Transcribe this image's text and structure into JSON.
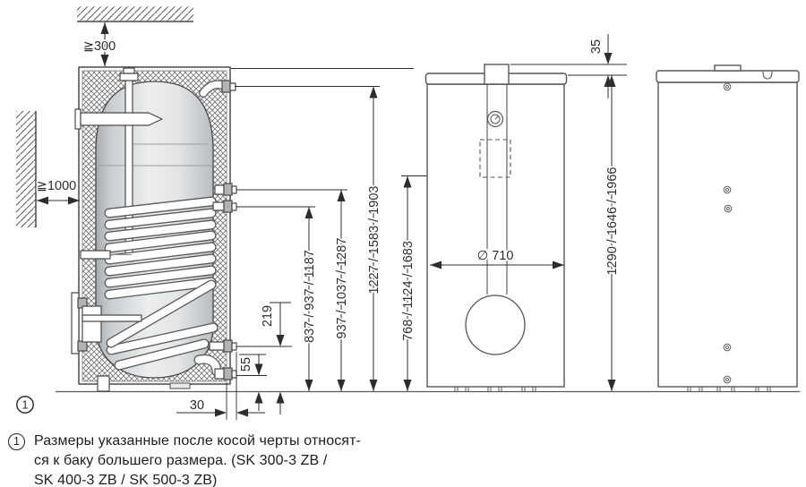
{
  "drawing": {
    "marker": "1",
    "dims": {
      "ceiling_clearance": "≧300",
      "wall_clearance": "≧1000",
      "coil_inlet_height": "837 / 937 / 1187",
      "upper_connection_height": "937 / 1037 / 1287",
      "top_connection_height": "1227 / 1583 / 1903",
      "nameplate_height": "768 / 1124 / 1683",
      "coil_return_height": "219",
      "bottom_connection_height": "55",
      "connection_offset": "30",
      "tank_diameter": "∅ 710",
      "lid_offset": "35",
      "overall_height": "1290 / 1646 / 1966"
    }
  },
  "footnote": {
    "marker": "1",
    "lines": [
      "Размеры указанные после косой черты относят-",
      "ся к баку большего размера. (SK 300-3 ZB /",
      "SK 400-3 ZB / SK 500-3 ZB)"
    ]
  },
  "colors": {
    "line": "#4a4a4a",
    "dimension": "#2d2d2d",
    "hatch": "#6e6e6e",
    "tank_shade": "#a7abae",
    "tank_light": "#eceeef"
  }
}
